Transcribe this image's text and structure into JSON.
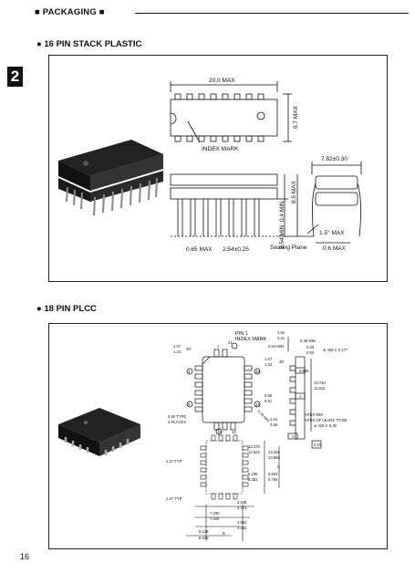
{
  "header": {
    "title": "■ PACKAGING ■"
  },
  "side_tab": "2",
  "sections": {
    "dip": {
      "title": "● 16 PIN STACK PLASTIC",
      "labels": {
        "width_max": "20.0 MAX",
        "height_max": "6.7 MAX",
        "index_mark": "INDEX MARK",
        "row_spacing": "7.82±0.30",
        "standoff_min": "0.4 MIN",
        "body_max": "8.5 MAX",
        "lead_min": "2.54 MIN",
        "lead_width_max": "0.65 MAX",
        "pitch": "2.54±0.25",
        "seating_plane": "Seating Plane",
        "angle_max": "1.5° MAX",
        "thickness_max": "0.6 MAX"
      }
    },
    "plcc": {
      "title": "● 18 PIN PLCC",
      "labels": {
        "pin1": "PIN 1",
        "index_mark": "INDEX MARK",
        "d107": "1.07",
        "d122": "1.22",
        "deg45a": "45°",
        "deg45b": "45°",
        "d152": "1.52",
        "d241": "2.41",
        "d035min": "0.38 MIN",
        "d064min": "0.64 MIN",
        "d033": "0.33",
        "d053": "0.53",
        "tol1": "⊕ A|B-C 0.177",
        "d107b": "1.07",
        "d122b": "1.22",
        "n3": "3",
        "n21": "21",
        "n1": "1",
        "n20": "20",
        "n9": "9",
        "n10": "10",
        "n11": "11",
        "n5": "5",
        "n7": "7",
        "n19": "19",
        "n13": "13",
        "n12": "12",
        "n14": "14",
        "d0635": "0.635",
        "d10710": "10.710",
        "d11811": "11.811",
        "d066": "0.66",
        "d081": "0.81",
        "d050typ": "0.50 TYPE",
        "places3": "3 PLACES",
        "d026min": "0.26 MIN",
        "d254": "2.54",
        "d356": "3.56",
        "apex_ref": "APEX REF",
        "apex_note": "APEX OF LEADS TO BE",
        "tol2": "⊕ A|B-C 0.38",
        "d127typ": "1.27 TYP",
        "d12370": "12.370",
        "d12522": "12.522",
        "d13208": "13.208",
        "d13568": "13.568",
        "d6195": "6.195",
        "d6351": "6.351",
        "d6604": "6.604",
        "d6784": "6.784",
        "d127typ2": "1.27 TYP",
        "d3545": "3.545",
        "d3721": "3.721",
        "d7290": "7.290",
        "d7442": "7.442",
        "d4064": "4.064",
        "d4254": "4.254",
        "d8128": "8.128",
        "d8508": "8.508",
        "box_a": "A",
        "box_c": "C",
        "box_b": "B",
        "tol3": "0.10"
      }
    }
  },
  "page_number": "16"
}
